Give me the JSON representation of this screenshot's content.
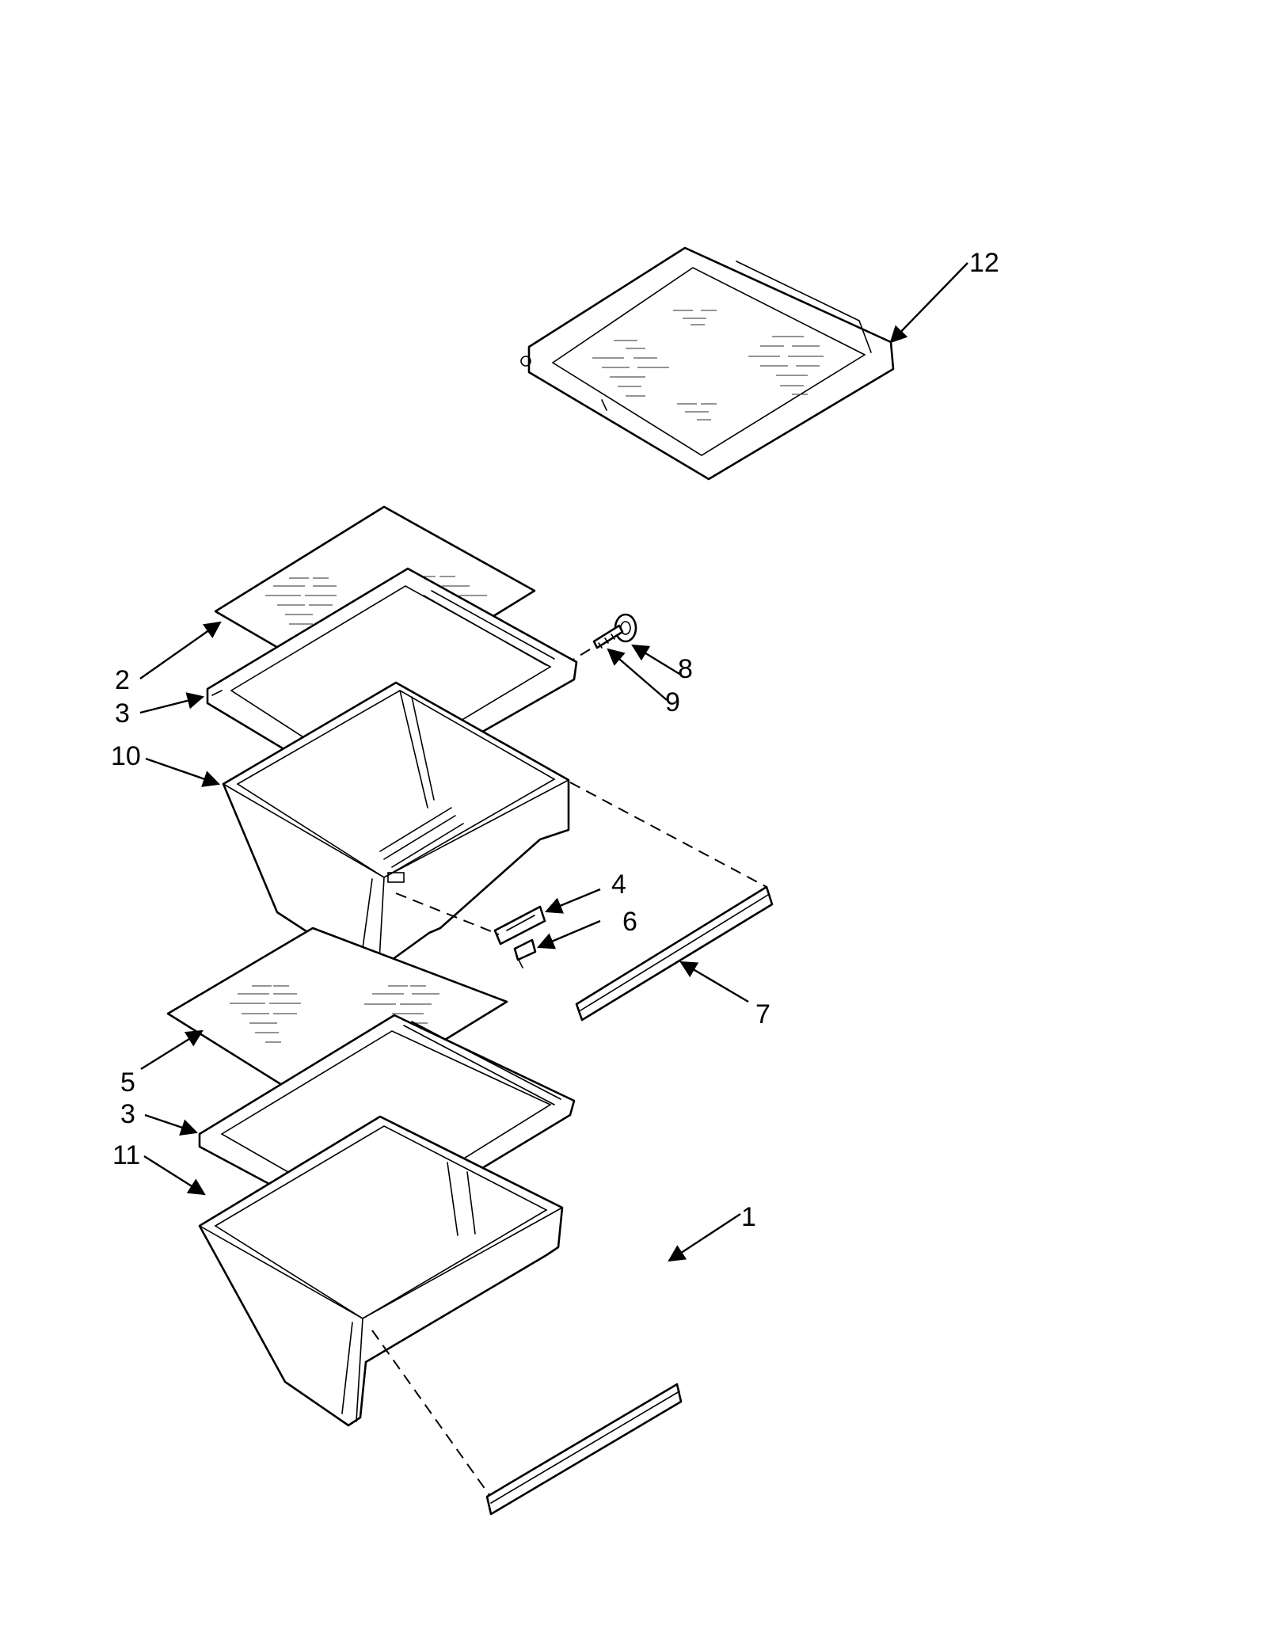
{
  "callouts": {
    "c1": "1",
    "c2": "2",
    "c3a": "3",
    "c3b": "3",
    "c4": "4",
    "c5": "5",
    "c6": "6",
    "c7": "7",
    "c8": "8",
    "c9": "9",
    "c10": "10",
    "c11": "11",
    "c12": "12"
  }
}
